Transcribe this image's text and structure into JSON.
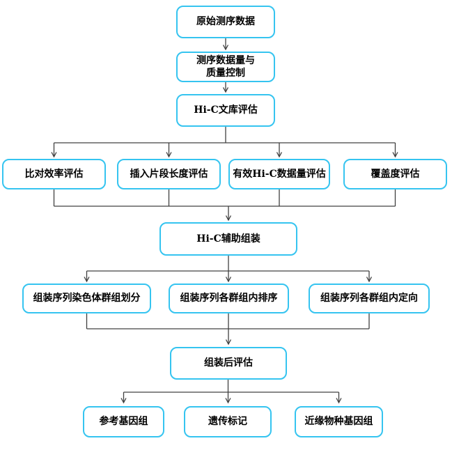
{
  "colors": {
    "background": "#FFFFFF",
    "node_border": "#35C4F0",
    "node_text": "#000000",
    "connector": "#404040"
  },
  "diagram": {
    "nodes": [
      {
        "id": "raw-sequencing-data",
        "label": "原始测序数据"
      },
      {
        "id": "sequencing-data-quality-control",
        "label": "测序数据量与\n质量控制"
      },
      {
        "id": "hic-library-evaluation",
        "label": "Hi-C文库评估"
      },
      {
        "id": "alignment-efficiency-evaluation",
        "label": "比对效率评估"
      },
      {
        "id": "insert-fragment-length-evaluation",
        "label": "插入片段长度评估"
      },
      {
        "id": "effective-hic-data-evaluation",
        "label": "有效Hi-C数据量评估"
      },
      {
        "id": "coverage-evaluation",
        "label": "覆盖度评估"
      },
      {
        "id": "hic-assisted-assembly",
        "label": "Hi-C辅助组装"
      },
      {
        "id": "assembly-chromosome-grouping",
        "label": "组装序列染色体群组划分"
      },
      {
        "id": "assembly-intra-group-ordering",
        "label": "组装序列各群组内排序"
      },
      {
        "id": "assembly-intra-group-orientation",
        "label": "组装序列各群组内定向"
      },
      {
        "id": "post-assembly-evaluation",
        "label": "组装后评估"
      },
      {
        "id": "reference-genome",
        "label": "参考基因组"
      },
      {
        "id": "genetic-markers",
        "label": "遗传标记"
      },
      {
        "id": "related-species-genome",
        "label": "近缘物种基因组"
      }
    ]
  }
}
